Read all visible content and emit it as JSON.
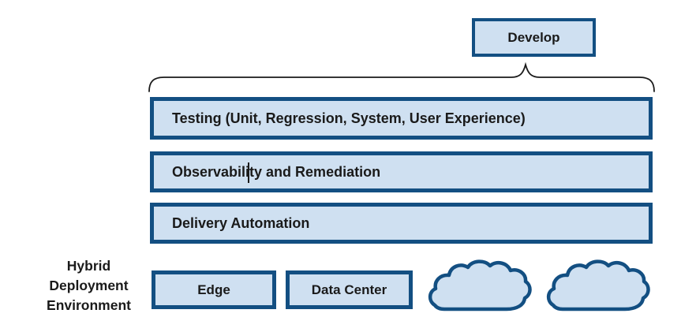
{
  "title_box": {
    "label": "Develop"
  },
  "pipeline_layers": [
    {
      "label": "Testing (Unit, Regression, System, User Experience)"
    },
    {
      "label": "Observability and Remediation"
    },
    {
      "label": "Delivery Automation"
    }
  ],
  "environment": {
    "label_lines": [
      "Hybrid",
      "Deployment",
      "Environment"
    ],
    "nodes": [
      {
        "label": "Edge"
      },
      {
        "label": "Data Center"
      }
    ],
    "cloud_icons": [
      "cloud-icon",
      "cloud-icon"
    ]
  },
  "colors": {
    "box_fill": "#CFE0F1",
    "box_border": "#134F82",
    "text": "#1a1a1a",
    "brace": "#1a1a1a"
  }
}
